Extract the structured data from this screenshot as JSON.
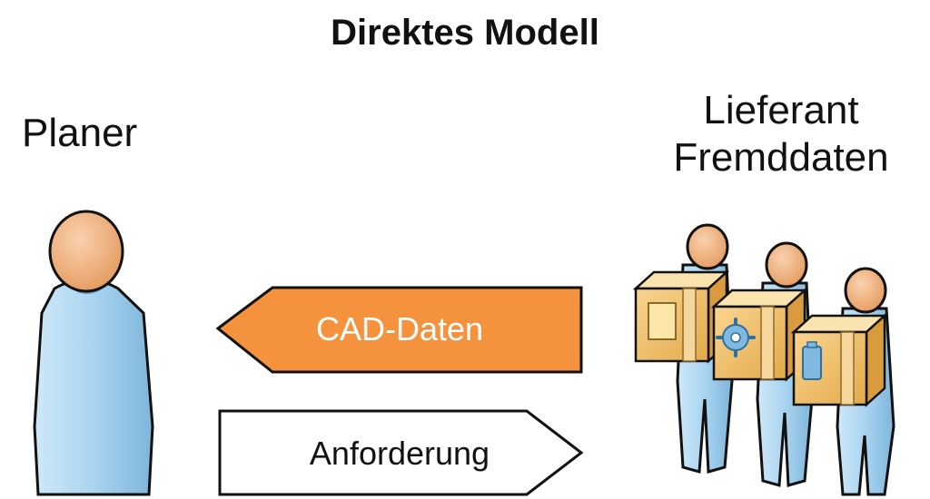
{
  "title": "Direktes Modell",
  "planer": {
    "label": "Planer"
  },
  "supplier": {
    "line1": "Lieferant",
    "line2": "Fremddaten"
  },
  "arrows": {
    "cad": {
      "label": "CAD-Daten",
      "fill": "#F5923E",
      "text_color": "#ffffff"
    },
    "request": {
      "label": "Anforderung",
      "fill": "#ffffff",
      "text_color": "#111111"
    }
  },
  "colors": {
    "head": "#F2B27F",
    "body": "#A9D4F0",
    "box": "#F2C070",
    "icon": "#7FB8E0"
  }
}
